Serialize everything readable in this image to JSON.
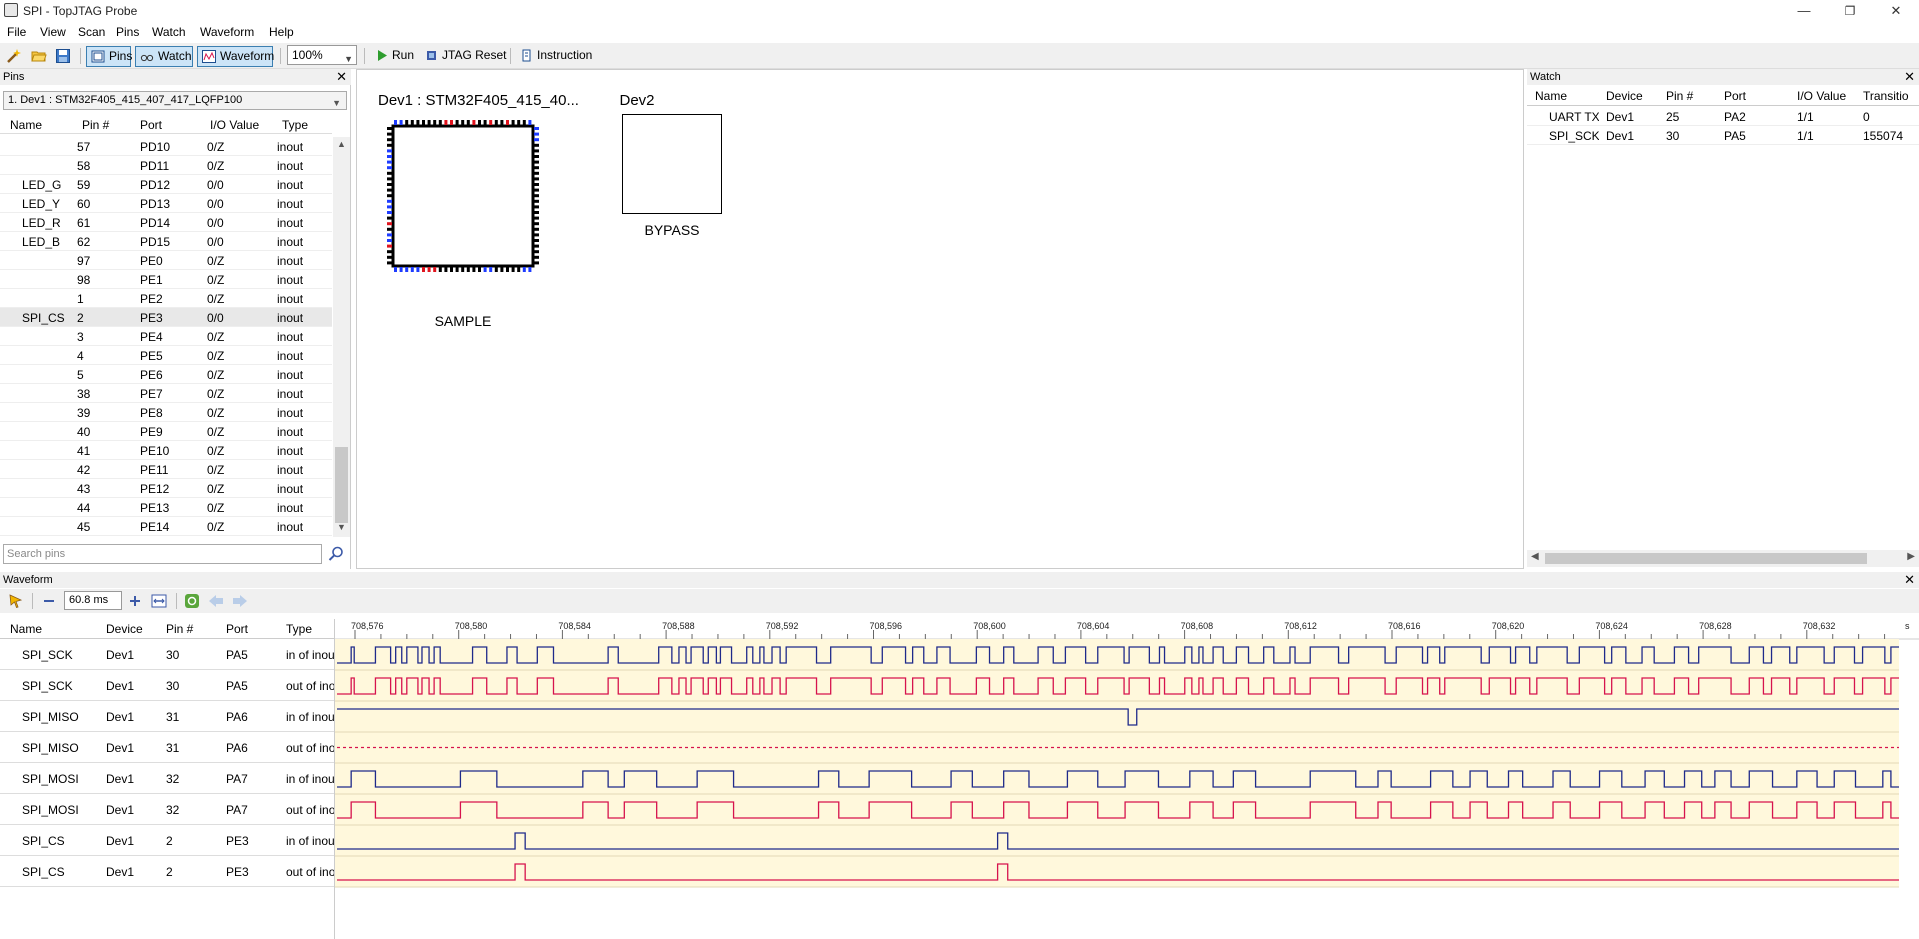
{
  "window": {
    "title": "SPI - TopJTAG Probe",
    "icon": "app-icon",
    "min": "—",
    "restore": "❐",
    "close": "✕"
  },
  "menu": [
    "File",
    "View",
    "Scan",
    "Pins",
    "Watch",
    "Waveform",
    "Help"
  ],
  "toolbar": {
    "icons": [
      "wand-icon",
      "open-folder-icon",
      "save-icon"
    ],
    "pins": "Pins",
    "watch": "Watch",
    "waveform": "Waveform",
    "zoom": "100%",
    "run": "Run",
    "jtag_reset": "JTAG Reset",
    "instruction": "Instruction"
  },
  "pins_panel": {
    "title": "Pins",
    "device": "1.  Dev1 : STM32F405_415_407_417_LQFP100",
    "columns": [
      "Name",
      "Pin #",
      "Port",
      "I/O Value",
      "Type"
    ],
    "rows": [
      [
        "",
        "57",
        "PD10",
        "0/Z",
        "inout"
      ],
      [
        "",
        "58",
        "PD11",
        "0/Z",
        "inout"
      ],
      [
        "LED_G",
        "59",
        "PD12",
        "0/0",
        "inout"
      ],
      [
        "LED_Y",
        "60",
        "PD13",
        "0/0",
        "inout"
      ],
      [
        "LED_R",
        "61",
        "PD14",
        "0/0",
        "inout"
      ],
      [
        "LED_B",
        "62",
        "PD15",
        "0/0",
        "inout"
      ],
      [
        "",
        "97",
        "PE0",
        "0/Z",
        "inout"
      ],
      [
        "",
        "98",
        "PE1",
        "0/Z",
        "inout"
      ],
      [
        "",
        "1",
        "PE2",
        "0/Z",
        "inout"
      ],
      [
        "SPI_CS",
        "2",
        "PE3",
        "0/0",
        "inout"
      ],
      [
        "",
        "3",
        "PE4",
        "0/Z",
        "inout"
      ],
      [
        "",
        "4",
        "PE5",
        "0/Z",
        "inout"
      ],
      [
        "",
        "5",
        "PE6",
        "0/Z",
        "inout"
      ],
      [
        "",
        "38",
        "PE7",
        "0/Z",
        "inout"
      ],
      [
        "",
        "39",
        "PE8",
        "0/Z",
        "inout"
      ],
      [
        "",
        "40",
        "PE9",
        "0/Z",
        "inout"
      ],
      [
        "",
        "41",
        "PE10",
        "0/Z",
        "inout"
      ],
      [
        "",
        "42",
        "PE11",
        "0/Z",
        "inout"
      ],
      [
        "",
        "43",
        "PE12",
        "0/Z",
        "inout"
      ],
      [
        "",
        "44",
        "PE13",
        "0/Z",
        "inout"
      ],
      [
        "",
        "45",
        "PE14",
        "0/Z",
        "inout"
      ]
    ],
    "search_placeholder": "Search pins"
  },
  "canvas": {
    "dev1_title": "Dev1 : STM32F405_415_40...",
    "dev1_state": "SAMPLE",
    "dev2_title": "Dev2",
    "dev2_state": "BYPASS"
  },
  "watch_panel": {
    "title": "Watch",
    "columns": [
      "Name",
      "Device",
      "Pin #",
      "Port",
      "I/O Value",
      "Transitio"
    ],
    "rows": [
      [
        "UART TX",
        "Dev1",
        "25",
        "PA2",
        "1/1",
        "0"
      ],
      [
        "SPI_SCK",
        "Dev1",
        "30",
        "PA5",
        "1/1",
        "155074"
      ]
    ]
  },
  "waveform_panel": {
    "title": "Waveform",
    "zoom_value": "60.8 ms",
    "columns": [
      "Name",
      "Device",
      "Pin #",
      "Port",
      "Type"
    ],
    "ruler_ticks": [
      "708,576",
      "708,580",
      "708,584",
      "708,588",
      "708,592",
      "708,596",
      "708,600",
      "708,604",
      "708,608",
      "708,612",
      "708,616",
      "708,620",
      "708,624",
      "708,628",
      "708,632"
    ],
    "ruler_unit": "s",
    "signals": [
      {
        "name": "SPI_SCK",
        "device": "Dev1",
        "pin": "30",
        "port": "PA5",
        "type": "in of inout",
        "dir": "in"
      },
      {
        "name": "SPI_SCK",
        "device": "Dev1",
        "pin": "30",
        "port": "PA5",
        "type": "out of inout",
        "dir": "out"
      },
      {
        "name": "SPI_MISO",
        "device": "Dev1",
        "pin": "31",
        "port": "PA6",
        "type": "in of inout",
        "dir": "in"
      },
      {
        "name": "SPI_MISO",
        "device": "Dev1",
        "pin": "31",
        "port": "PA6",
        "type": "out of inout",
        "dir": "out"
      },
      {
        "name": "SPI_MOSI",
        "device": "Dev1",
        "pin": "32",
        "port": "PA7",
        "type": "in of inout",
        "dir": "in"
      },
      {
        "name": "SPI_MOSI",
        "device": "Dev1",
        "pin": "32",
        "port": "PA7",
        "type": "out of inout",
        "dir": "out"
      },
      {
        "name": "SPI_CS",
        "device": "Dev1",
        "pin": "2",
        "port": "PE3",
        "type": "in of inout",
        "dir": "in"
      },
      {
        "name": "SPI_CS",
        "device": "Dev1",
        "pin": "2",
        "port": "PE3",
        "type": "out of inout",
        "dir": "out"
      }
    ]
  },
  "colors": {
    "in_trace": "#1f2a8a",
    "out_trace": "#d6134d",
    "wave_bg": "#fff8dc",
    "selection": "#cce4f7",
    "pin_blue": "#1e3cff",
    "pin_red": "#e0141e"
  }
}
